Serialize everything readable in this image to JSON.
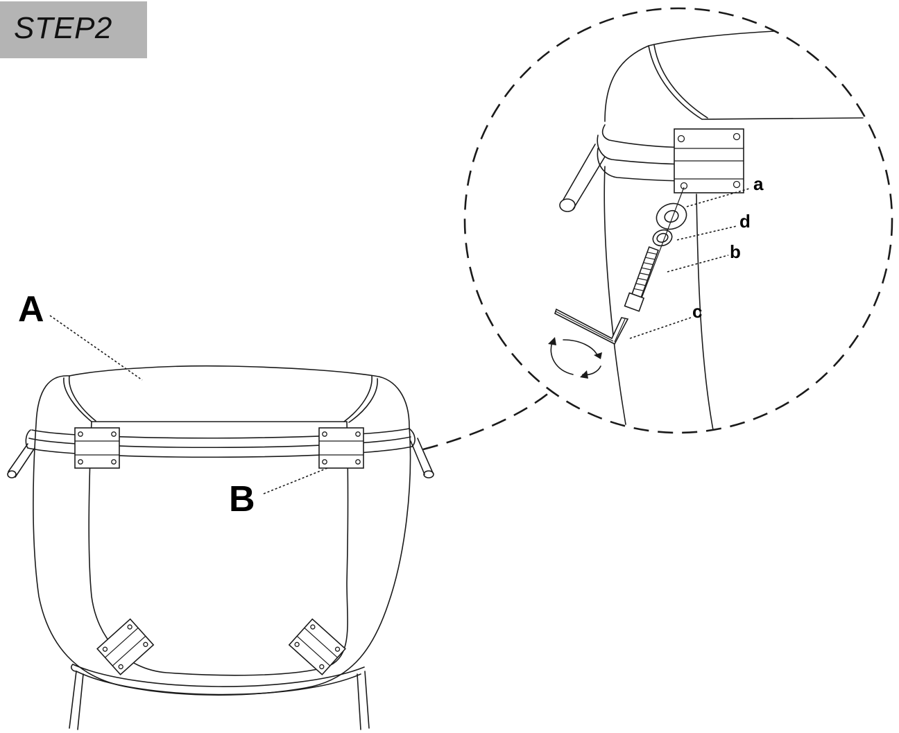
{
  "step_title": "STEP2",
  "labels": {
    "part_A": "A",
    "part_B": "B",
    "part_a": "a",
    "part_b": "b",
    "part_c": "c",
    "part_d": "d"
  },
  "colors": {
    "step_box_background": "#b4b4b4",
    "line": "#1a1a1a",
    "background": "#ffffff"
  }
}
